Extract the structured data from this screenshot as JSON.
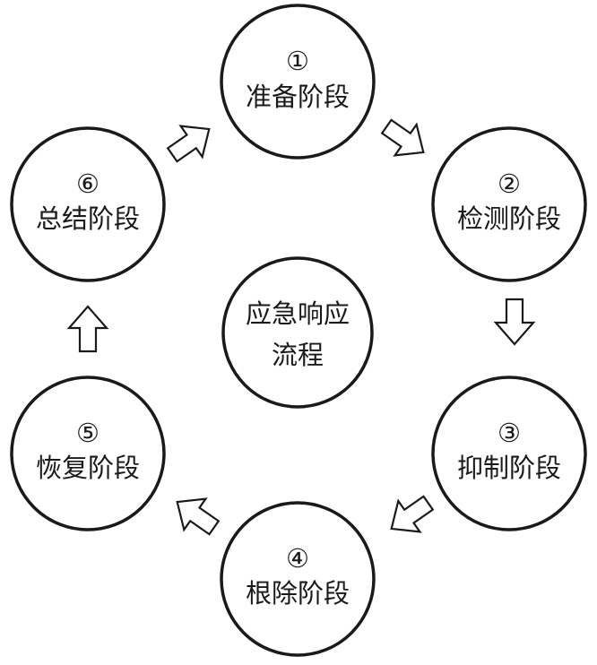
{
  "center": {
    "line1": "应急响应",
    "line2": "流程"
  },
  "stages": [
    {
      "number": "①",
      "label": "准备阶段"
    },
    {
      "number": "②",
      "label": "检测阶段"
    },
    {
      "number": "③",
      "label": "抑制阶段"
    },
    {
      "number": "④",
      "label": "根除阶段"
    },
    {
      "number": "⑤",
      "label": "恢复阶段"
    },
    {
      "number": "⑥",
      "label": "总结阶段"
    }
  ],
  "colors": {
    "stroke": "#1a1a1a",
    "fill": "#ffffff",
    "background": "#ffffff"
  }
}
